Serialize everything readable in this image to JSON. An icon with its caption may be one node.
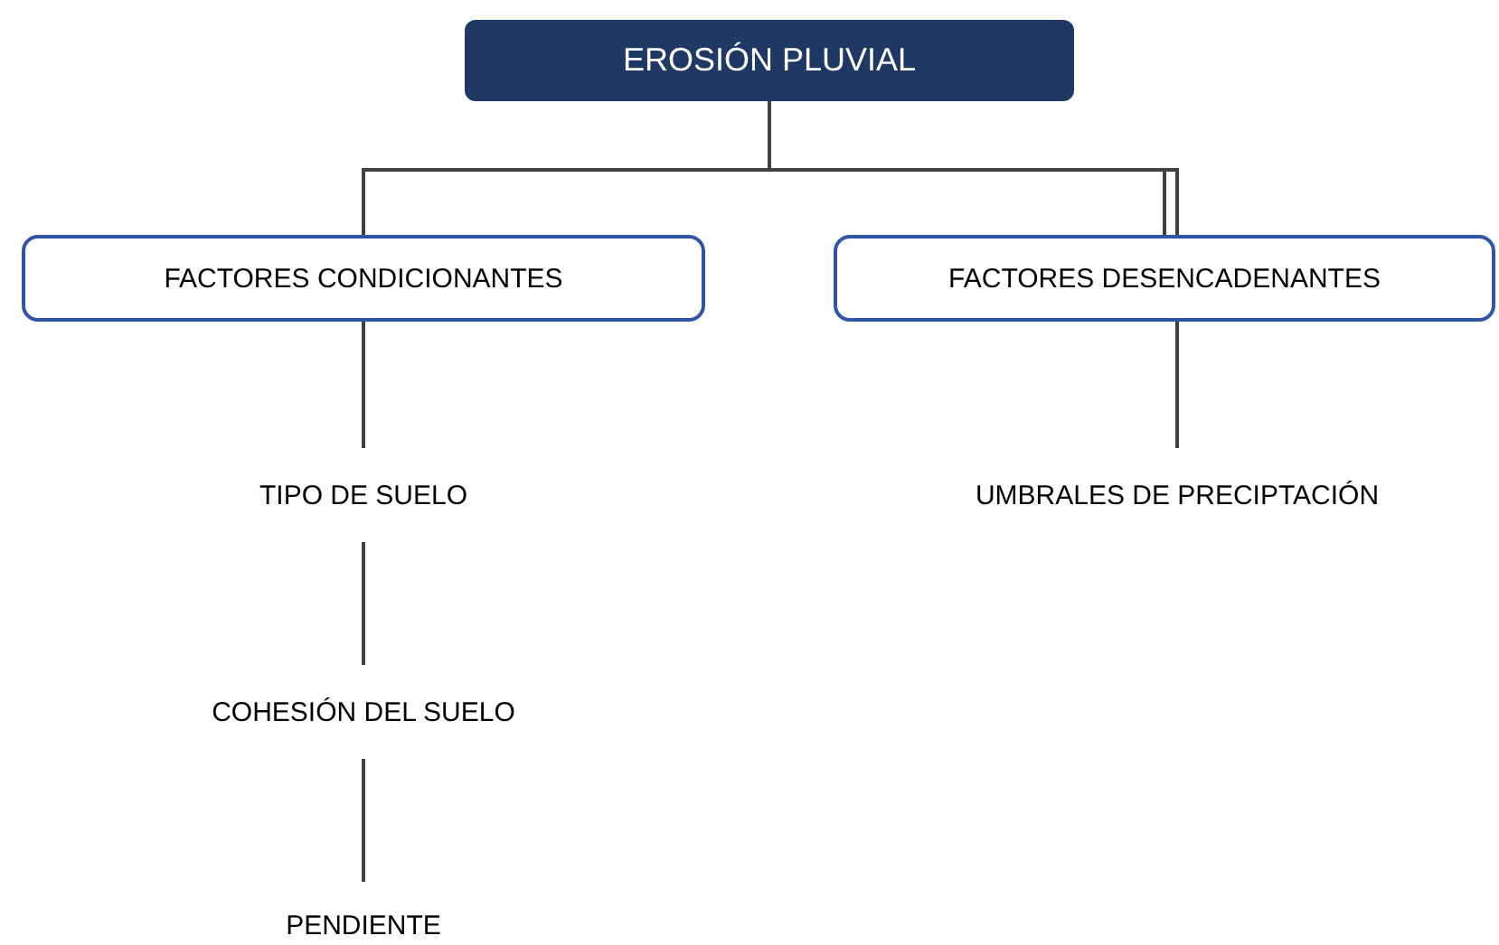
{
  "diagram": {
    "nodes": [
      {
        "text": [
          "EROSIÓN PLUVIAL"
        ]
      },
      {
        "text": [
          "FACTORES CONDICIONANTES"
        ]
      },
      {
        "text": [
          "FACTORES DESENCADENANTES"
        ]
      },
      {
        "text": [
          "TIPO DE SUELO"
        ]
      },
      {
        "text": [
          "UMBRALES DE PRECIPTACIÓN"
        ]
      },
      {
        "text": [
          "COHESIÓN DEL SUELO"
        ]
      },
      {
        "text": [
          "PENDIENTE"
        ]
      }
    ],
    "edges": [
      {
        "from": 0,
        "to": 1,
        "arrow": "none"
      },
      {
        "from": 0,
        "to": 2,
        "arrow": "none"
      },
      {
        "from": 1,
        "to": 3,
        "arrow": "none"
      },
      {
        "from": 2,
        "to": 4,
        "arrow": "none"
      },
      {
        "from": 3,
        "to": 5,
        "arrow": "none"
      },
      {
        "from": 5,
        "to": 6,
        "arrow": "none"
      }
    ]
  }
}
